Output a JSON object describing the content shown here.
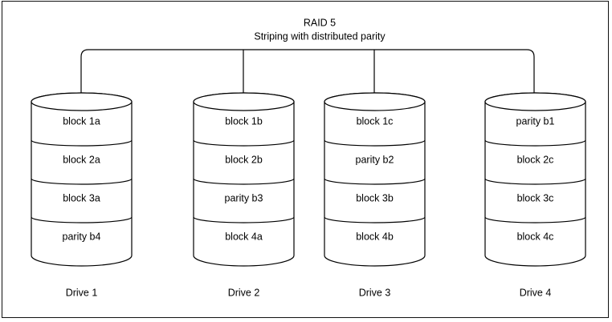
{
  "diagram": {
    "title": "RAID 5",
    "subtitle": "Striping with distributed parity",
    "colors": {
      "stroke": "#000000",
      "fill": "#ffffff",
      "frame": "#111111"
    },
    "drives": [
      {
        "label": "Drive 1",
        "blocks": [
          "block 1a",
          "block 2a",
          "block 3a",
          "parity b4"
        ]
      },
      {
        "label": "Drive 2",
        "blocks": [
          "block 1b",
          "block 2b",
          "parity b3",
          "block 4a"
        ]
      },
      {
        "label": "Drive 3",
        "blocks": [
          "block 1c",
          "parity b2",
          "block 3b",
          "block 4b"
        ]
      },
      {
        "label": "Drive 4",
        "blocks": [
          "parity b1",
          "block 2c",
          "block 3c",
          "block 4c"
        ]
      }
    ]
  }
}
